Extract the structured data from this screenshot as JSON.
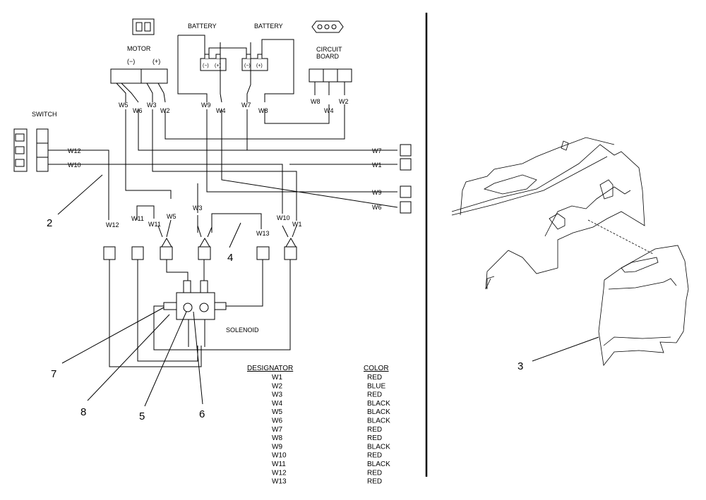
{
  "labels": {
    "motor": "MOTOR",
    "motor_neg": "(−)",
    "motor_pos": "(+)",
    "battery1": "BATTERY",
    "battery2": "BATTERY",
    "circuit_board_1": "CIRCUIT",
    "circuit_board_2": "BOARD",
    "switch": "SWITCH",
    "solenoid": "SOLENOID",
    "term_neg": "(−)",
    "term_pos": "(+)"
  },
  "wires": {
    "w1": "W1",
    "w2": "W2",
    "w3": "W3",
    "w4": "W4",
    "w5": "W5",
    "w6": "W6",
    "w7": "W7",
    "w8": "W8",
    "w9": "W9",
    "w10": "W10",
    "w11": "W11",
    "w12": "W12",
    "w13": "W13"
  },
  "callouts": {
    "c2": "2",
    "c3": "3",
    "c4": "4",
    "c5": "5",
    "c6": "6",
    "c7": "7",
    "c8": "8"
  },
  "table": {
    "header_designator": "DESIGNATOR",
    "header_color": "COLOR",
    "rows": [
      {
        "d": "W1",
        "c": "RED"
      },
      {
        "d": "W2",
        "c": "BLUE"
      },
      {
        "d": "W3",
        "c": "RED"
      },
      {
        "d": "W4",
        "c": "BLACK"
      },
      {
        "d": "W5",
        "c": "BLACK"
      },
      {
        "d": "W6",
        "c": "BLACK"
      },
      {
        "d": "W7",
        "c": "RED"
      },
      {
        "d": "W8",
        "c": "RED"
      },
      {
        "d": "W9",
        "c": "BLACK"
      },
      {
        "d": "W10",
        "c": "RED"
      },
      {
        "d": "W11",
        "c": "BLACK"
      },
      {
        "d": "W12",
        "c": "RED"
      },
      {
        "d": "W13",
        "c": "RED"
      }
    ]
  }
}
